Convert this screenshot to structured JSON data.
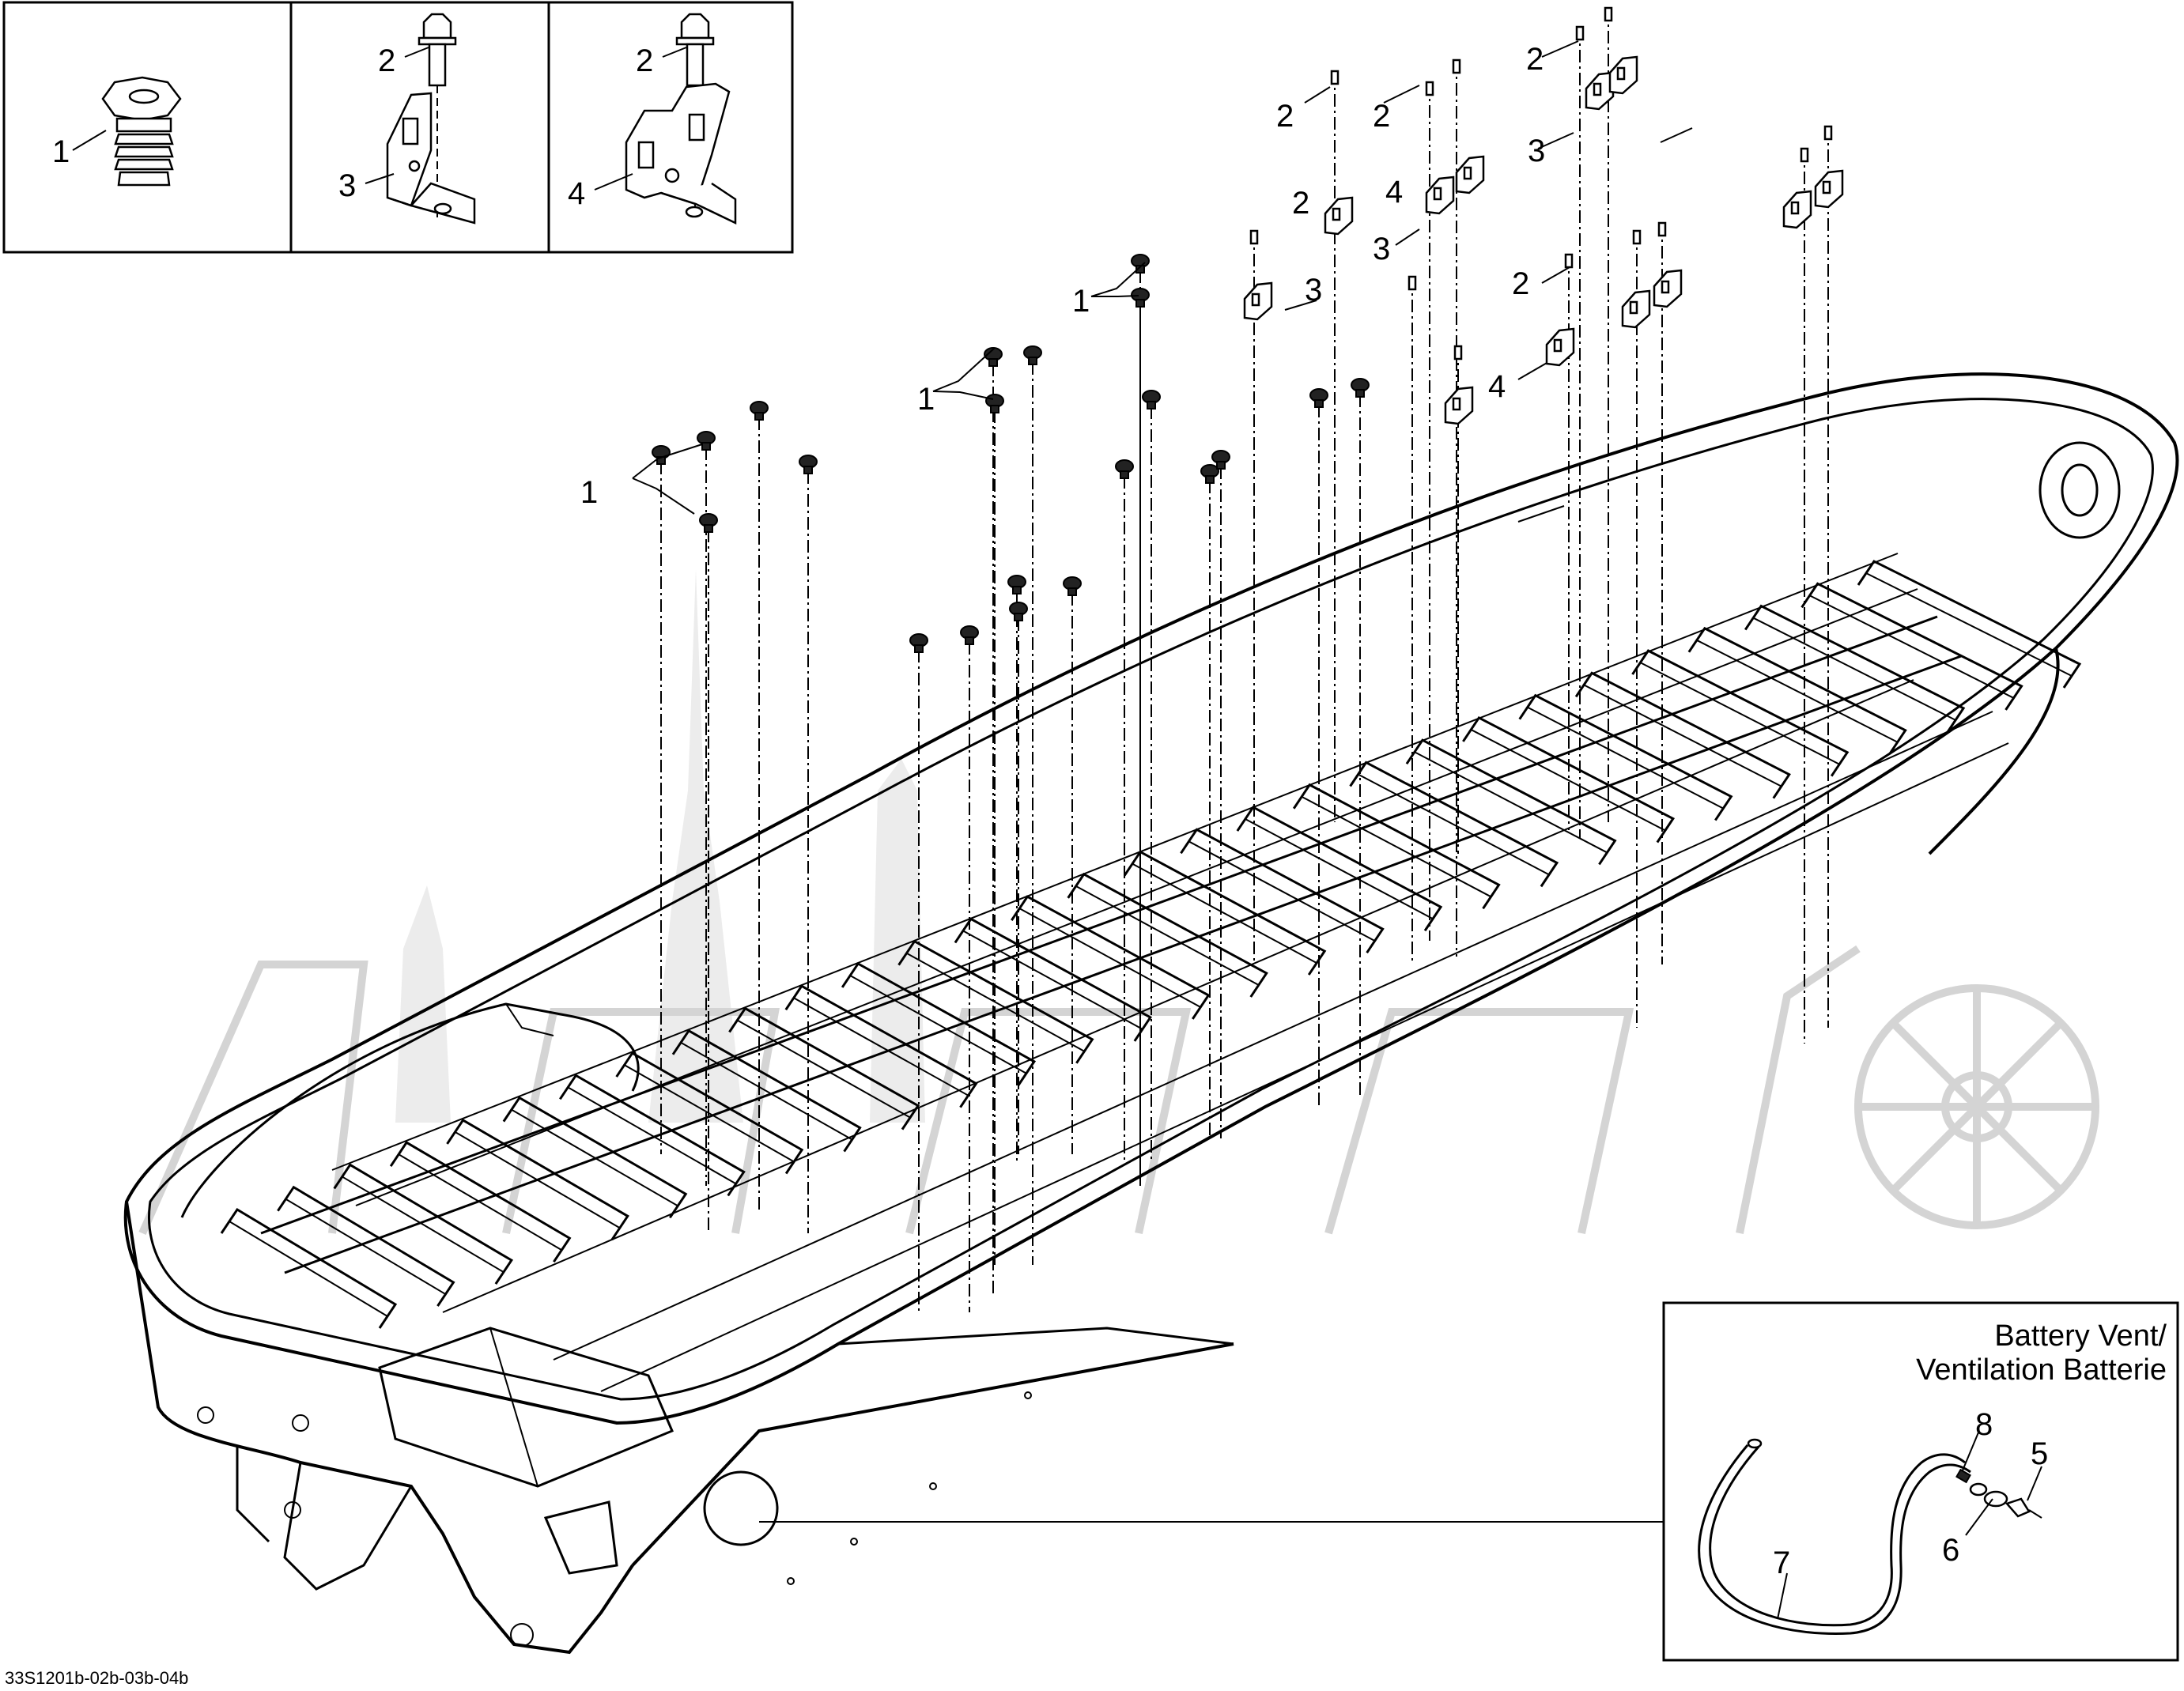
{
  "diagram": {
    "labels": {
      "n1": "1",
      "n2": "2",
      "n3": "3",
      "n4": "4",
      "n5": "5",
      "n6": "6",
      "n7": "7",
      "n8": "8"
    },
    "inset": {
      "title_line1": "Battery Vent/",
      "title_line2": "Ventilation Batterie"
    },
    "drawing_code": "33S1201b-02b-03b-04b"
  }
}
